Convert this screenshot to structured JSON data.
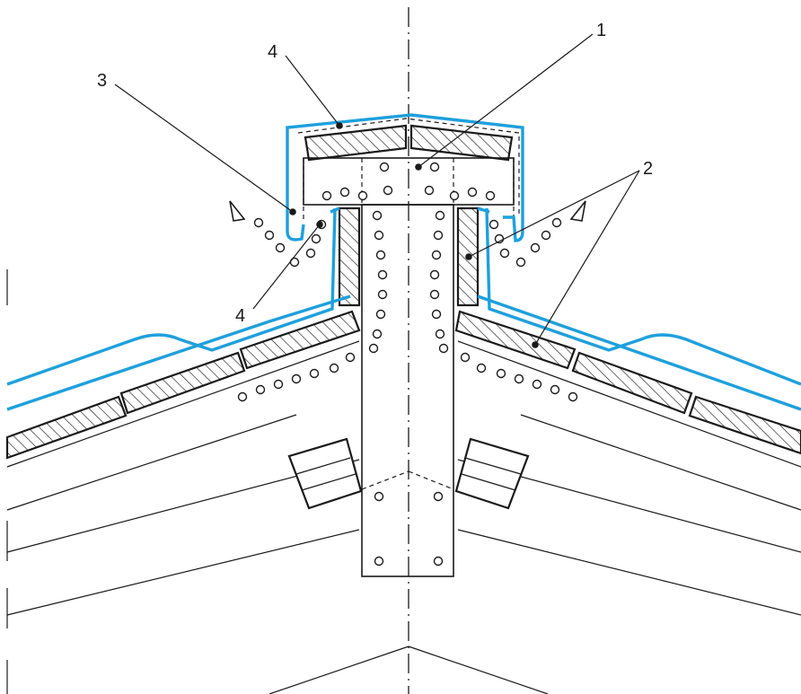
{
  "drawing": {
    "callouts": [
      {
        "id": "1",
        "label": "1"
      },
      {
        "id": "2",
        "label": "2"
      },
      {
        "id": "3",
        "label": "3"
      },
      {
        "id": "4a",
        "label": "4"
      },
      {
        "id": "4b",
        "label": "4"
      }
    ]
  },
  "colors": {
    "membrane": "#1ea0dc",
    "linework": "#1a1a1a",
    "background": "#ffffff"
  }
}
